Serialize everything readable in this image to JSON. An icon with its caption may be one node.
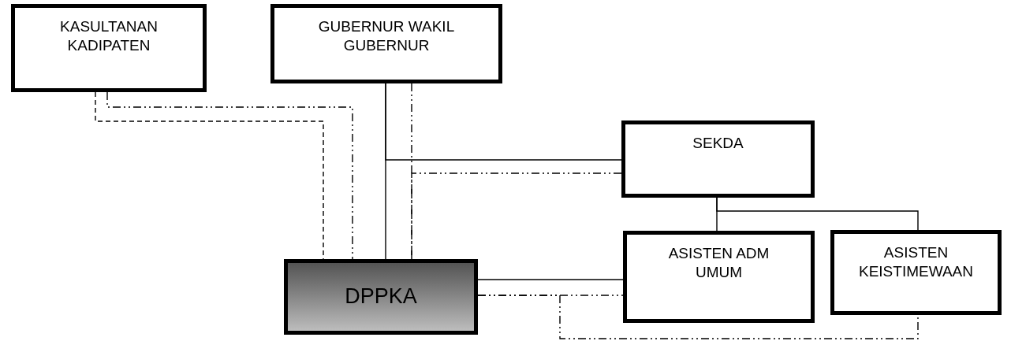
{
  "diagram": {
    "nodes": [
      {
        "text": [
          "KASULTANAN KADIPATEN"
        ]
      },
      {
        "text": [
          "GUBERNUR WAKIL GUBERNUR"
        ]
      },
      {
        "text": [
          "SEKDA"
        ]
      },
      {
        "text": [
          "DPPKA"
        ]
      },
      {
        "text": [
          "ASISTEN ADM UMUM"
        ]
      },
      {
        "text": [
          "ASISTEN KEISTIMEWAAN"
        ]
      }
    ],
    "edges": [
      {
        "from": 0,
        "to": 3,
        "arrow": "none",
        "style": "dashed"
      },
      {
        "from": 0,
        "to": 3,
        "arrow": "none",
        "style": "dashed"
      },
      {
        "from": 1,
        "to": 3,
        "arrow": "none"
      },
      {
        "from": 1,
        "to": 2,
        "arrow": "none"
      },
      {
        "from": 1,
        "to": 3,
        "arrow": "none",
        "style": "dashed"
      },
      {
        "from": 2,
        "to": 3,
        "arrow": "none",
        "style": "dashed"
      },
      {
        "from": 2,
        "to": 4,
        "arrow": "none"
      },
      {
        "from": 2,
        "to": 5,
        "arrow": "none"
      },
      {
        "from": 3,
        "to": 4,
        "arrow": "none"
      },
      {
        "from": 3,
        "to": 4,
        "arrow": "none",
        "style": "dashed"
      },
      {
        "from": 3,
        "to": 5,
        "arrow": "none",
        "style": "dashed"
      }
    ]
  }
}
